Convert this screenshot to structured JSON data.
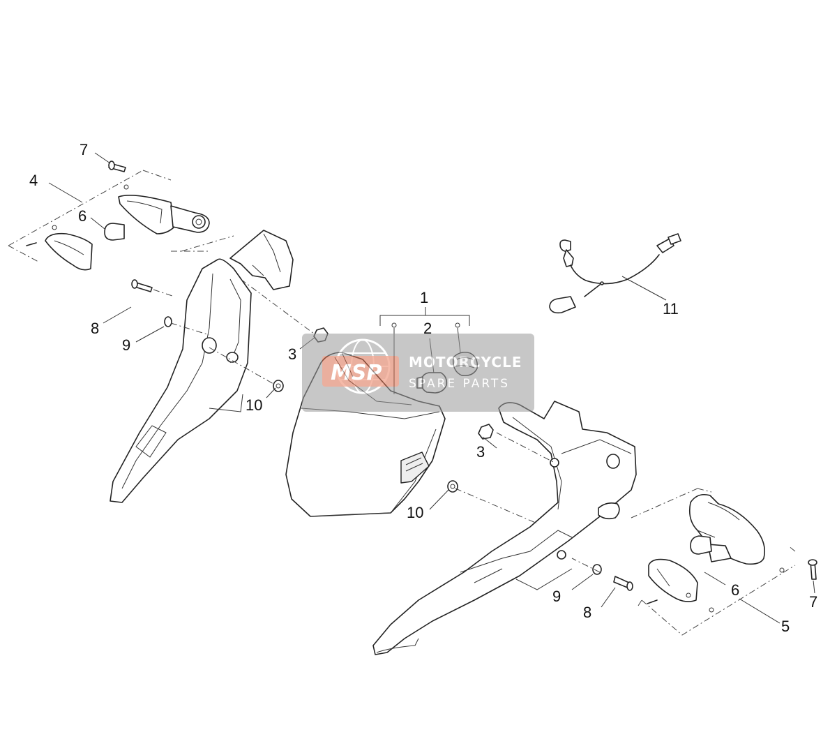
{
  "callouts": {
    "c1": "1",
    "c2": "2",
    "c3_left": "3",
    "c3_right": "3",
    "c4": "4",
    "c5": "5",
    "c6_left": "6",
    "c6_right": "6",
    "c7_left": "7",
    "c7_right": "7",
    "c8_left": "8",
    "c8_right": "8",
    "c9_left": "9",
    "c9_right": "9",
    "c10_left": "10",
    "c10_right": "10",
    "c11": "11"
  },
  "watermark": {
    "logo": "MSP",
    "line1": "MOTORCYCLE",
    "line2": "SPARE PARTS",
    "colors": {
      "band": "#9a9a9a",
      "logo_accent": "#e8643c"
    }
  }
}
